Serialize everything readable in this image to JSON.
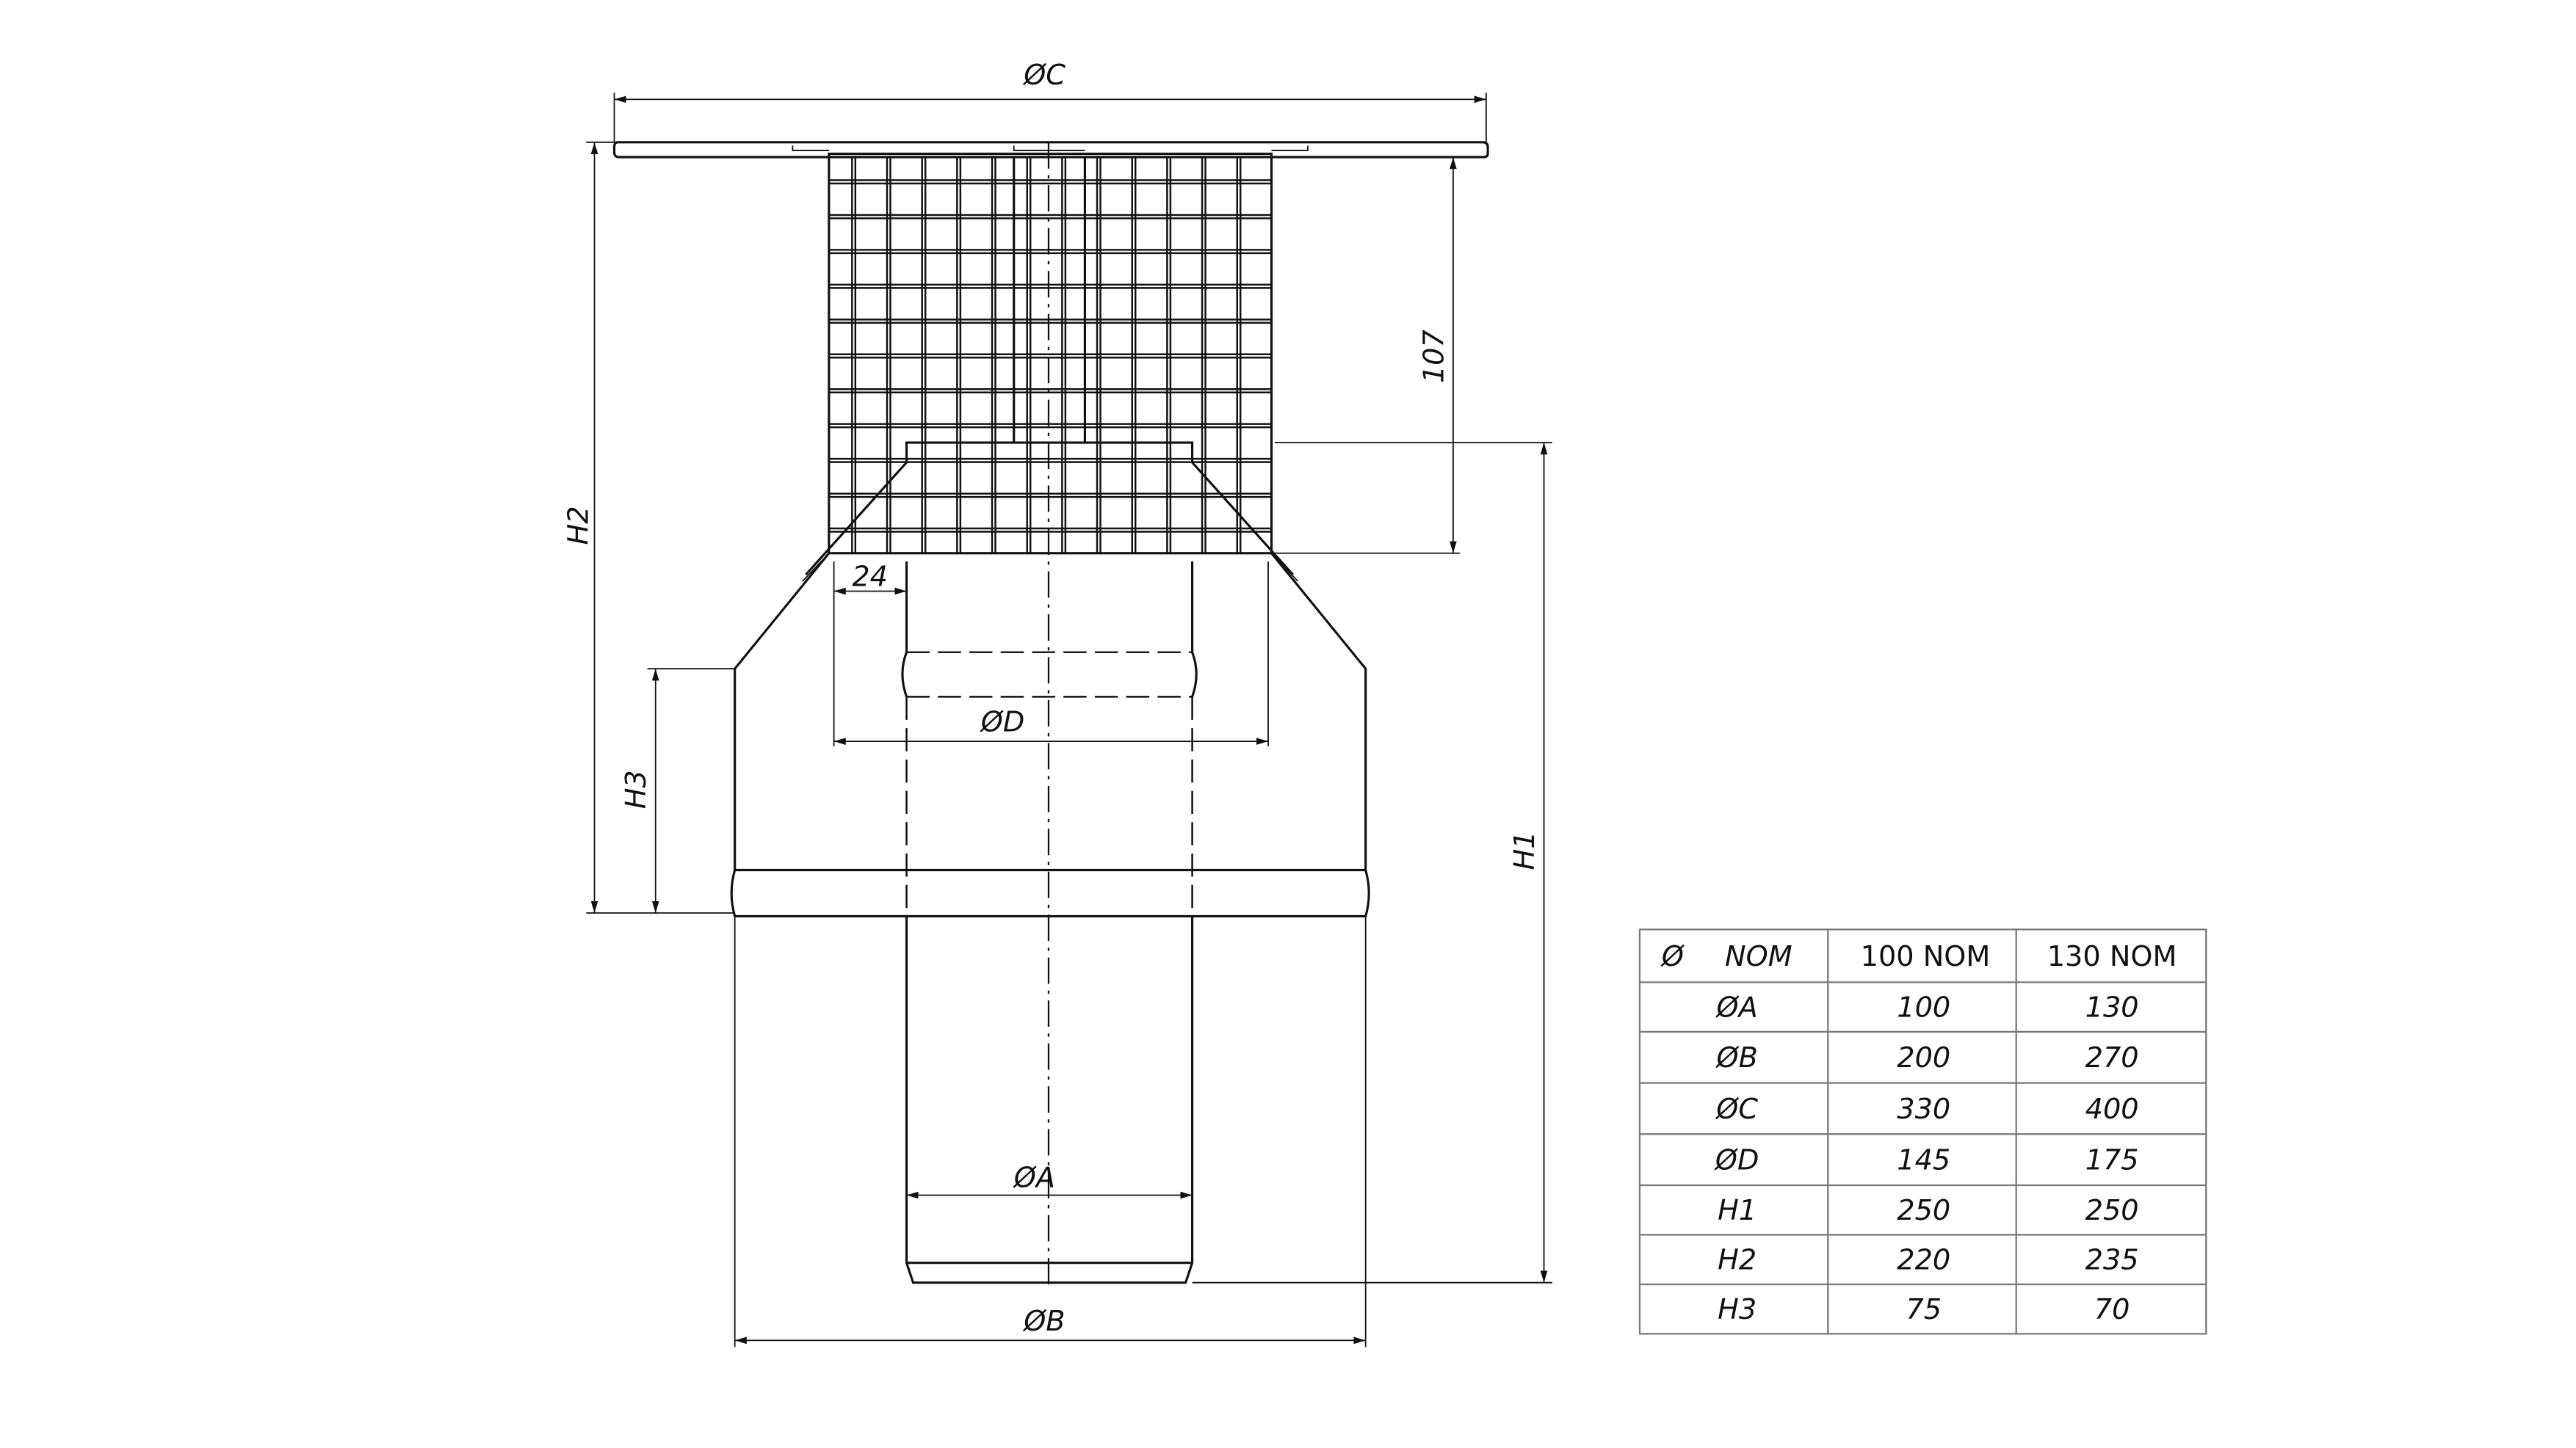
{
  "drawing": {
    "dimensions": {
      "dia_c": "ØC",
      "dia_d": "ØD",
      "dia_a": "ØA",
      "dia_b": "ØB",
      "h1": "H1",
      "h2": "H2",
      "h3": "H3",
      "mesh_height": "107",
      "offset": "24"
    }
  },
  "table": {
    "headers": [
      "Ø",
      "NOM",
      "100 NOM",
      "130 NOM"
    ],
    "rows": [
      {
        "param": "ØA",
        "v100": "100",
        "v130": "130"
      },
      {
        "param": "ØB",
        "v100": "200",
        "v130": "270"
      },
      {
        "param": "ØC",
        "v100": "330",
        "v130": "400"
      },
      {
        "param": "ØD",
        "v100": "145",
        "v130": "175"
      },
      {
        "param": "H1",
        "v100": "250",
        "v130": "250"
      },
      {
        "param": "H2",
        "v100": "220",
        "v130": "235"
      },
      {
        "param": "H3",
        "v100": "75",
        "v130": "70"
      }
    ]
  }
}
